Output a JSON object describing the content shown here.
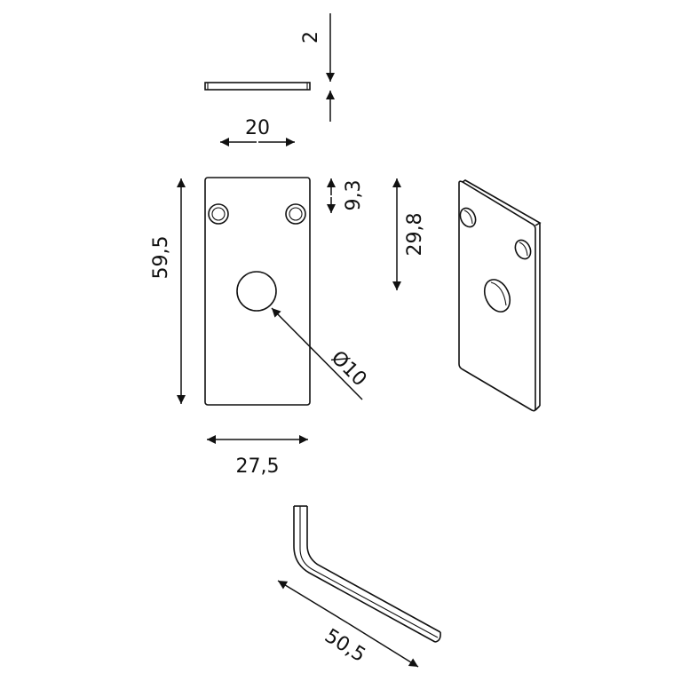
{
  "dimensions": {
    "thickness": "2",
    "strip_width": "20",
    "hole_offset": "9,3",
    "plate_height": "59,5",
    "center_offset": "29,8",
    "hole_diameter": "Ø10",
    "plate_width": "27,5",
    "key_length": "50,5"
  }
}
